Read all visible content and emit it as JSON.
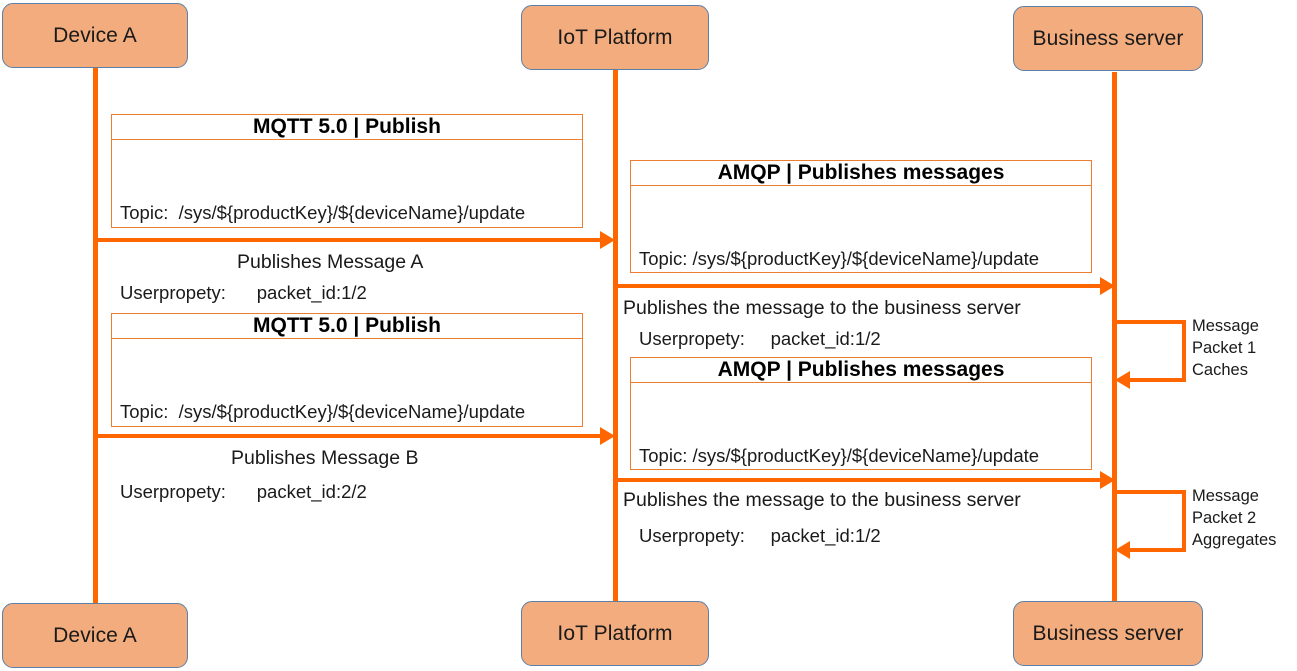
{
  "diagram": {
    "type": "sequence-diagram",
    "title": "MQTT 5.0 to AMQP message packet sequence",
    "colors": {
      "actor_fill": "#F2AC7D",
      "actor_border": "#5B7FA6",
      "lifeline": "#FF6600",
      "arrow": "#FF6600",
      "note_border": "#ED7D31",
      "text": "#1a1a1a",
      "background": "#ffffff"
    }
  },
  "actors": [
    {
      "id": "device-a",
      "label": "Device A"
    },
    {
      "id": "iot-platform",
      "label": "IoT Platform"
    },
    {
      "id": "business-server",
      "label": "Business server"
    }
  ],
  "actors_bottom": [
    {
      "id": "device-a",
      "label": "Device A"
    },
    {
      "id": "iot-platform",
      "label": "IoT Platform"
    },
    {
      "id": "business-server",
      "label": "Business server"
    }
  ],
  "notes": [
    {
      "id": "mqtt-note-1",
      "title": "MQTT 5.0 | Publish",
      "topic_label": "Topic:",
      "topic_value": "/sys/${productKey}/${deviceName}/update",
      "userpropety_label": "Userpropety:",
      "userpropety_value": "packet_id:1/2",
      "line1": "Topic:  /sys/${productKey}/${deviceName}/update",
      "line2": "Userpropety:      packet_id:1/2"
    },
    {
      "id": "amqp-note-1",
      "title": "AMQP | Publishes messages",
      "topic_label": "Topic:",
      "topic_value": "/sys/${productKey}/${deviceName}/update",
      "userpropety_label": "Userpropety:",
      "userpropety_value": "packet_id:1/2",
      "line1": "Topic: /sys/${productKey}/${deviceName}/update",
      "line2": "Userpropety:     packet_id:1/2"
    },
    {
      "id": "mqtt-note-2",
      "title": "MQTT 5.0 | Publish",
      "topic_label": "Topic:",
      "topic_value": "/sys/${productKey}/${deviceName}/update",
      "userpropety_label": "Userpropety:",
      "userpropety_value": "packet_id:2/2",
      "line1": "Topic:  /sys/${productKey}/${deviceName}/update",
      "line2": "Userpropety:      packet_id:2/2"
    },
    {
      "id": "amqp-note-2",
      "title": "AMQP | Publishes messages",
      "topic_label": "Topic:",
      "topic_value": "/sys/${productKey}/${deviceName}/update",
      "userpropety_label": "Userpropety:",
      "userpropety_value": "packet_id:1/2",
      "line1": "Topic: /sys/${productKey}/${deviceName}/update",
      "line2": "Userpropety:     packet_id:1/2"
    }
  ],
  "messages": [
    {
      "id": "publish-message-a",
      "label": "Publishes Message A",
      "from": "device-a",
      "to": "iot-platform"
    },
    {
      "id": "publish-to-server-1",
      "label": "Publishes the message to the business server",
      "from": "iot-platform",
      "to": "business-server"
    },
    {
      "id": "publish-message-b",
      "label": "Publishes Message B",
      "from": "device-a",
      "to": "iot-platform"
    },
    {
      "id": "publish-to-server-2",
      "label": "Publishes the message to the business server",
      "from": "iot-platform",
      "to": "business-server"
    }
  ],
  "self_messages": [
    {
      "id": "packet-1-caches",
      "line1": "Message",
      "line2": "Packet 1",
      "line3": "Caches",
      "on": "business-server"
    },
    {
      "id": "packet-2-aggregates",
      "line1": "Message",
      "line2": "Packet 2",
      "line3": "Aggregates",
      "on": "business-server"
    }
  ]
}
